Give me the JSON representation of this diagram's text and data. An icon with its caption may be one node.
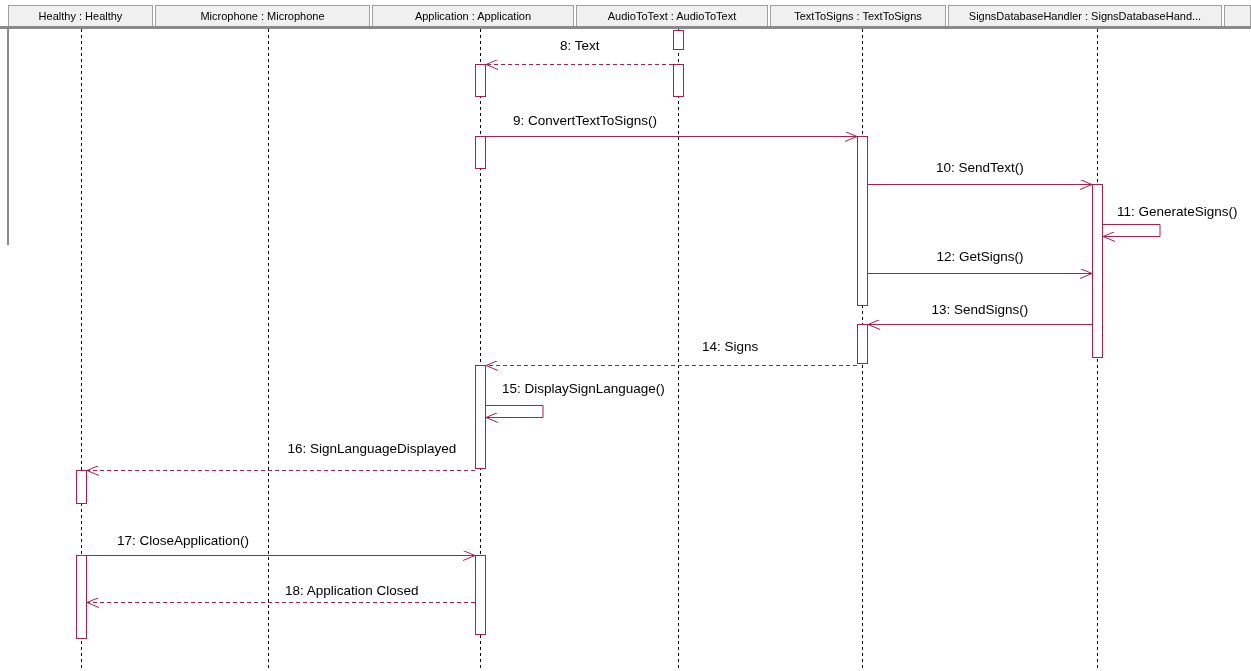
{
  "diagram": {
    "nodes": [
      {
        "text": [
          "Healthy : Healthy"
        ]
      },
      {
        "text": [
          "Microphone : Microphone"
        ]
      },
      {
        "text": [
          "Application : Application"
        ]
      },
      {
        "text": [
          "AudioToText : AudioToText"
        ]
      },
      {
        "text": [
          "TextToSigns : TextToSigns"
        ]
      },
      {
        "text": [
          "SignsDatabaseHandler : SignsDatabaseHand..."
        ]
      },
      {
        "text": [],
        "shape": "bar"
      },
      {
        "text": [],
        "shape": "bar"
      },
      {
        "text": [],
        "shape": "bar"
      },
      {
        "text": [],
        "shape": "bar"
      },
      {
        "text": [],
        "shape": "bar"
      },
      {
        "text": [],
        "shape": "bar"
      },
      {
        "text": [],
        "shape": "bar"
      },
      {
        "text": [],
        "shape": "bar"
      },
      {
        "text": [],
        "shape": "bar"
      },
      {
        "text": [],
        "shape": "bar"
      },
      {
        "text": [],
        "shape": "bar"
      }
    ],
    "edges": [
      {
        "from": 8,
        "to": 7,
        "arrow": "to",
        "label": "8: Text",
        "style": "dashed"
      },
      {
        "from": 9,
        "to": 10,
        "arrow": "to",
        "label": "9: ConvertTextToSigns()"
      },
      {
        "from": 10,
        "to": 11,
        "arrow": "to",
        "label": "10: SendText()"
      },
      {
        "from": 11,
        "to": 11,
        "arrow": "to",
        "label": "11: GenerateSigns()"
      },
      {
        "from": 10,
        "to": 11,
        "arrow": "to",
        "label": "12: GetSigns()"
      },
      {
        "from": 11,
        "to": 12,
        "arrow": "to",
        "label": "13: SendSigns()"
      },
      {
        "from": 12,
        "to": 13,
        "arrow": "to",
        "label": "14: Signs",
        "style": "dashed"
      },
      {
        "from": 13,
        "to": 13,
        "arrow": "to",
        "label": "15: DisplaySignLanguage()"
      },
      {
        "from": 13,
        "to": 14,
        "arrow": "to",
        "label": "16: SignLanguageDisplayed",
        "style": "dashed"
      },
      {
        "from": 15,
        "to": 16,
        "arrow": "to",
        "label": "17: CloseApplication()"
      },
      {
        "from": 16,
        "to": 15,
        "arrow": "to",
        "label": "18: Application Closed",
        "style": "dashed"
      }
    ]
  }
}
